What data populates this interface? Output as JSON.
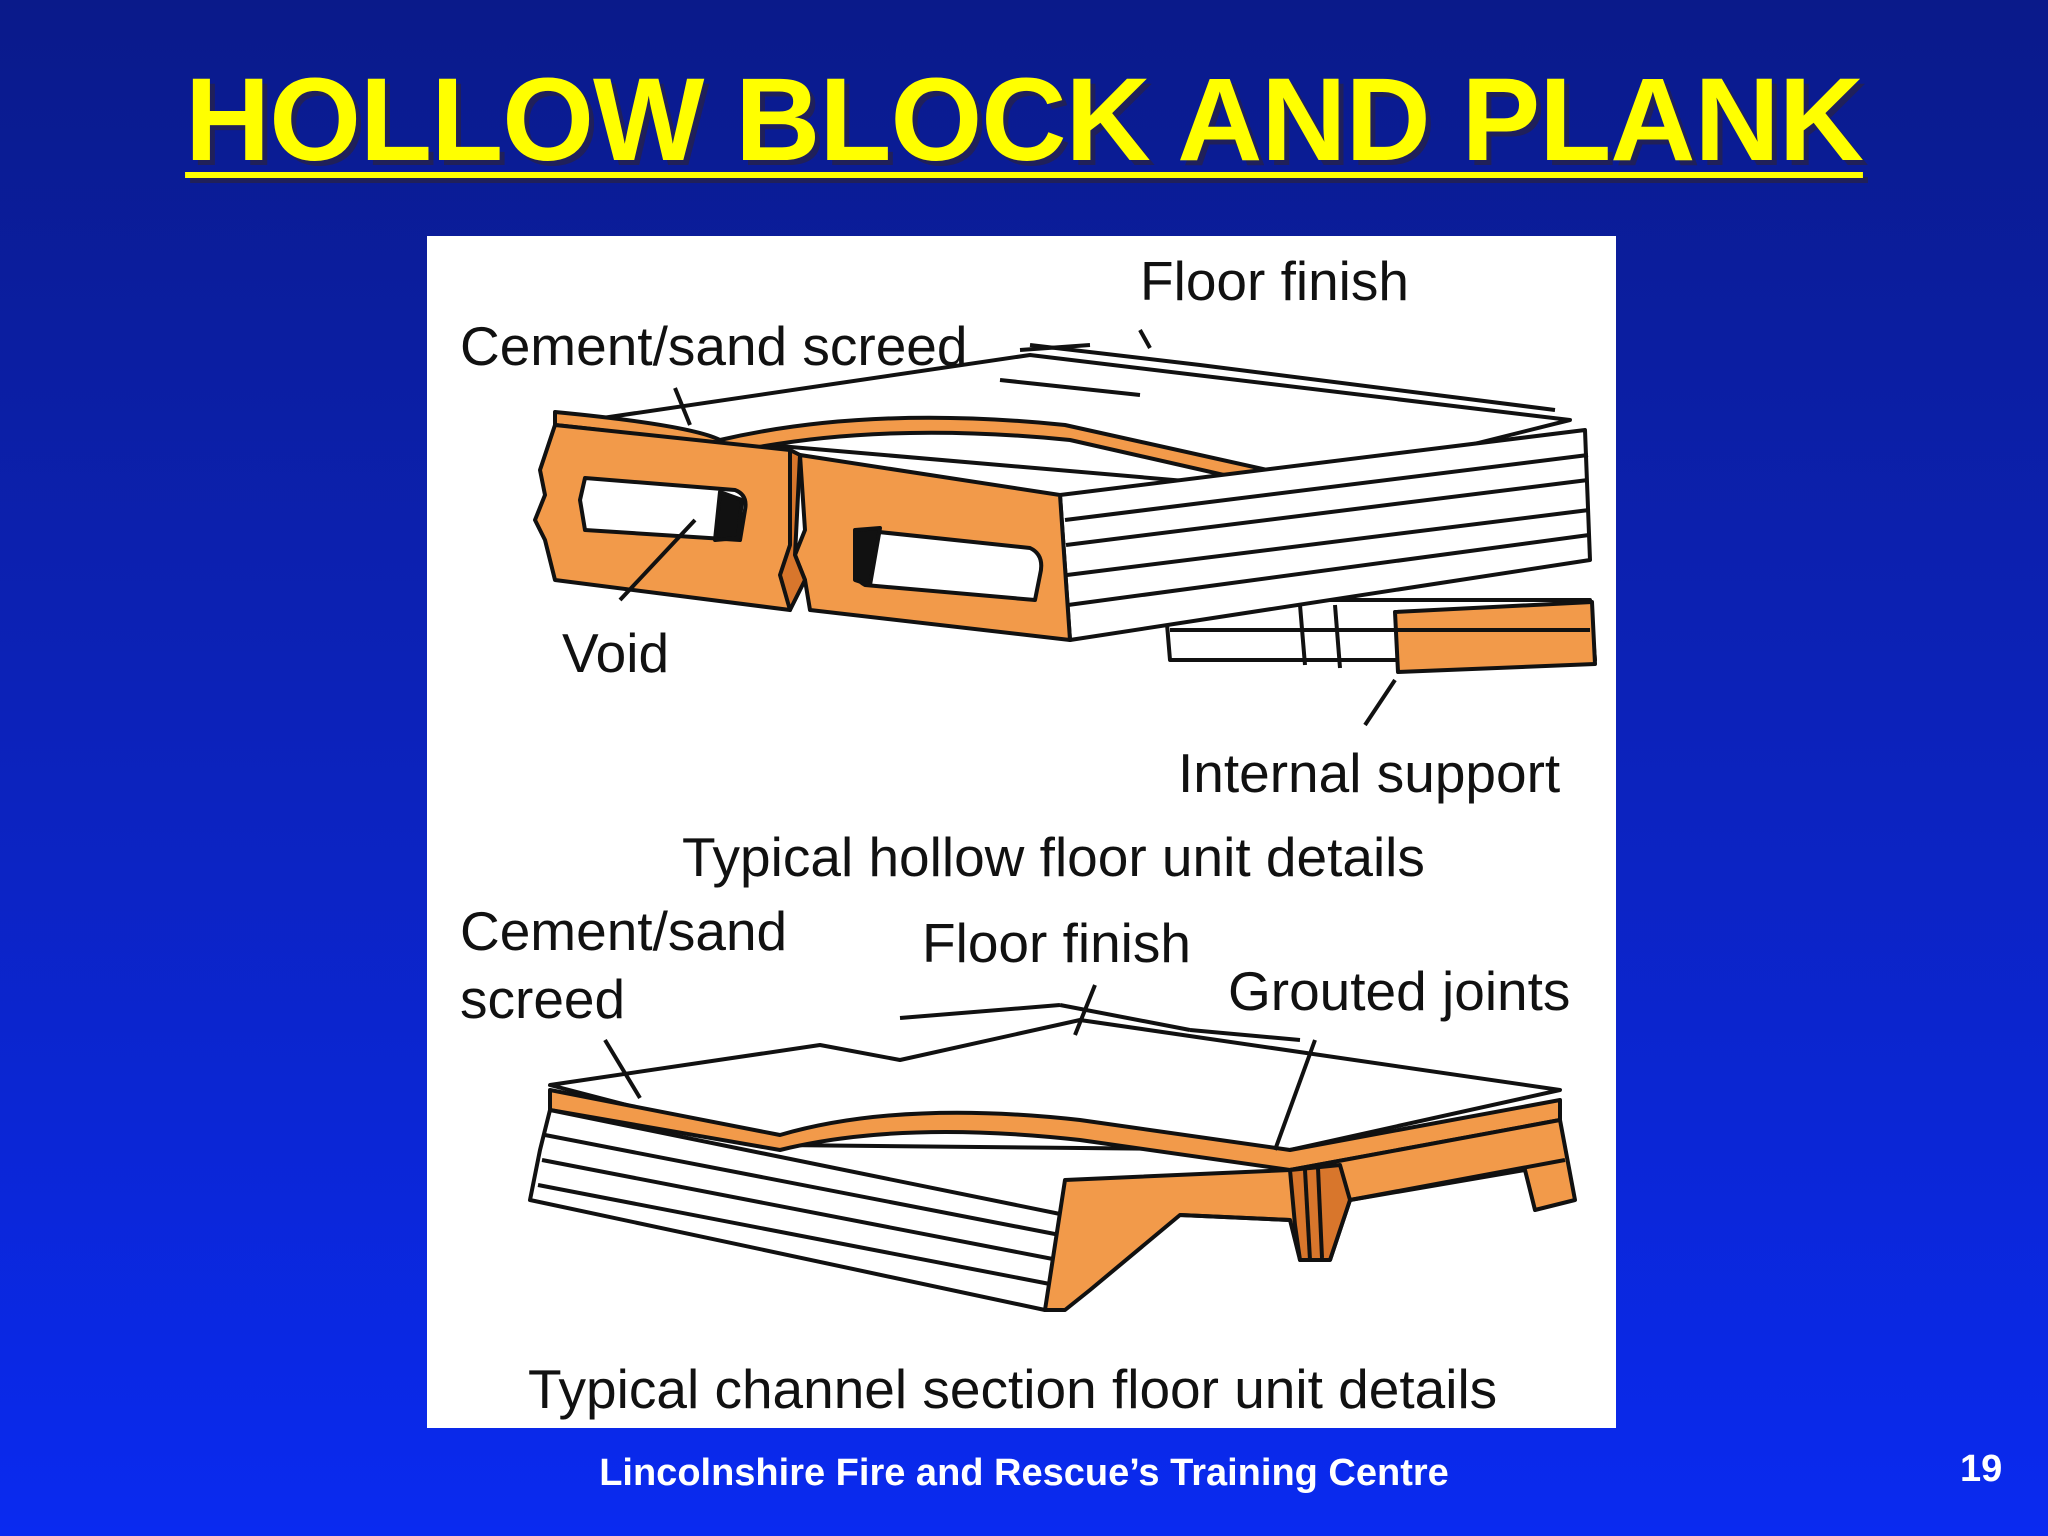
{
  "slide": {
    "title": "HOLLOW BLOCK AND PLANK",
    "footer": "Lincolnshire Fire and Rescue’s Training Centre",
    "page_number": "19"
  },
  "diagram_top": {
    "caption": "Typical hollow floor unit details",
    "labels": {
      "floor_finish": "Floor finish",
      "screed": "Cement/sand screed",
      "void": "Void",
      "internal_support": "Internal support"
    }
  },
  "diagram_bottom": {
    "caption": "Typical channel section floor unit details",
    "labels": {
      "screed_line1": "Cement/sand",
      "screed_line2": "screed",
      "floor_finish": "Floor finish",
      "grouted_joints": "Grouted joints"
    }
  },
  "colors": {
    "heading": "#ffff00",
    "concrete": "#f29a4a",
    "concrete_dark": "#d8762c",
    "panel": "#ffffff",
    "background": "#0c22b8"
  }
}
